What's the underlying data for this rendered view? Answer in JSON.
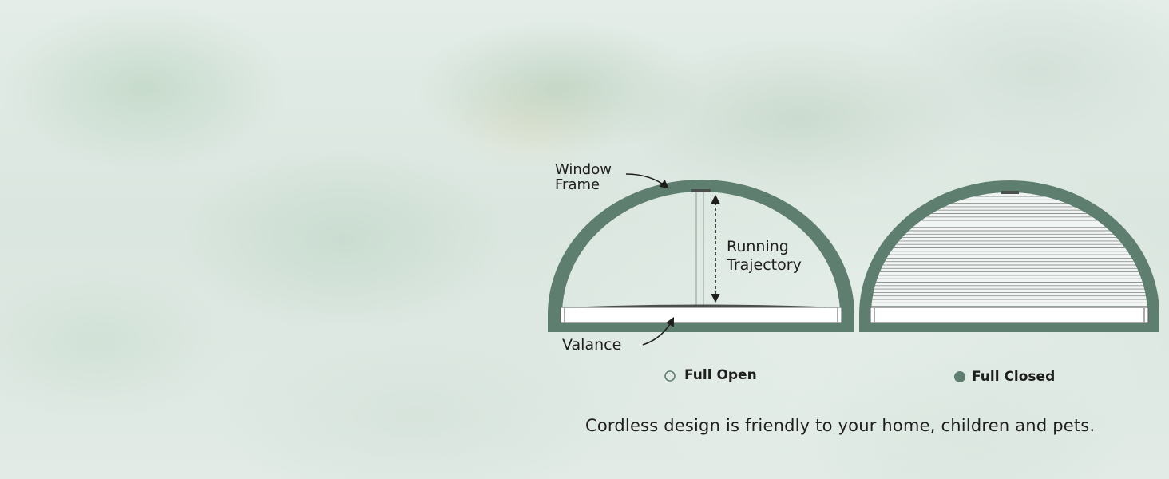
{
  "colors": {
    "frame": "#5e7e6f",
    "text": "#1e1e1e",
    "valance": "#ffffff",
    "shade_lines": "#8a9590",
    "bar": "#4a4f4d"
  },
  "icons": {
    "open_marker": "hollow-circle",
    "closed_marker": "filled-circle"
  },
  "labels": {
    "window_frame": [
      "Window",
      "Frame"
    ],
    "running_trajectory": [
      "Running",
      "Trajectory"
    ],
    "valance": "Valance"
  },
  "states": {
    "open": "Full Open",
    "closed": "Full Closed"
  },
  "caption": "Cordless design is friendly to your home, children and pets."
}
